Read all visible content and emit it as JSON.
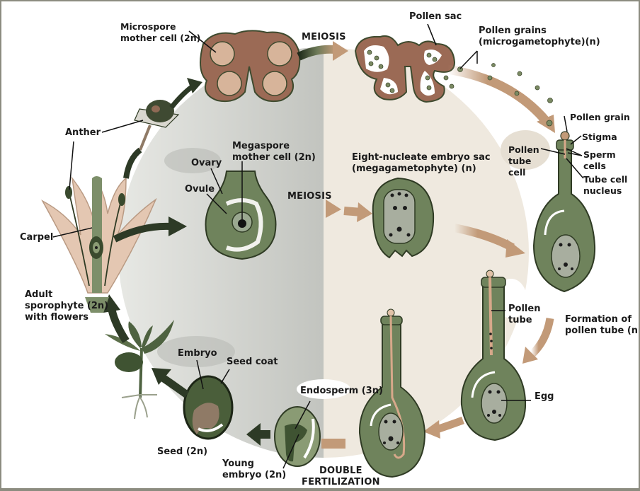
{
  "diagram": {
    "topic": "Angiosperm life cycle",
    "colors": {
      "sporophyte_bg": "#c9cbc6",
      "gametophyte_bg": "#efe9df",
      "anther_brown": "#9b6a55",
      "tissue_green": "#6f835c",
      "dark_arrow": "#2d3a26",
      "tan_arrow": "#c29a78",
      "frame_border": "#8c8c80"
    },
    "stages": [
      "Adult sporophyte (2n) with flowers",
      "Microspore mother cell (2n)",
      "MEIOSIS",
      "Pollen grains (microgametophyte)(n)",
      "Megaspore mother cell (2n)",
      "Eight-nucleate embryo sac (megagametophyte) (n)",
      "Formation of pollen tube (n)",
      "DOUBLE FERTILIZATION",
      "Seed (2n)"
    ]
  },
  "labels": {
    "microspore_1": "Microspore",
    "microspore_2": "mother cell (2n)",
    "meiosis_top": "MEIOSIS",
    "pollen_sac": "Pollen sac",
    "pollen_grains_1": "Pollen grains",
    "pollen_grains_2": "(microgametophyte)(n)",
    "pollen_grain": "Pollen grain",
    "stigma": "Stigma",
    "pollen_tube_cell_1": "Pollen",
    "pollen_tube_cell_2": "tube",
    "pollen_tube_cell_3": "cell",
    "sperm_cells_1": "Sperm",
    "sperm_cells_2": "cells",
    "tube_nucleus_1": "Tube cell",
    "tube_nucleus_2": "nucleus",
    "anther": "Anther",
    "megaspore_1": "Megaspore",
    "megaspore_2": "mother cell (2n)",
    "ovary": "Ovary",
    "ovule": "Ovule",
    "meiosis_mid": "MEIOSIS",
    "embryo_sac_1": "Eight-nucleate embryo sac",
    "embryo_sac_2": "(megagametophyte) (n)",
    "carpel": "Carpel",
    "adult_1": "Adult",
    "adult_2": "sporophyte (2n)",
    "adult_3": "with flowers",
    "pollen_tube_1": "Pollen",
    "pollen_tube_2": "tube",
    "formation_1": "Formation of",
    "formation_2": "pollen tube (n)",
    "egg": "Egg",
    "embryo": "Embryo",
    "seed_coat": "Seed coat",
    "endosperm": "Endosperm (3n)",
    "seed": "Seed (2n)",
    "young_embryo_1": "Young",
    "young_embryo_2": "embryo (2n)",
    "double_1": "DOUBLE",
    "double_2": "FERTILIZATION"
  }
}
